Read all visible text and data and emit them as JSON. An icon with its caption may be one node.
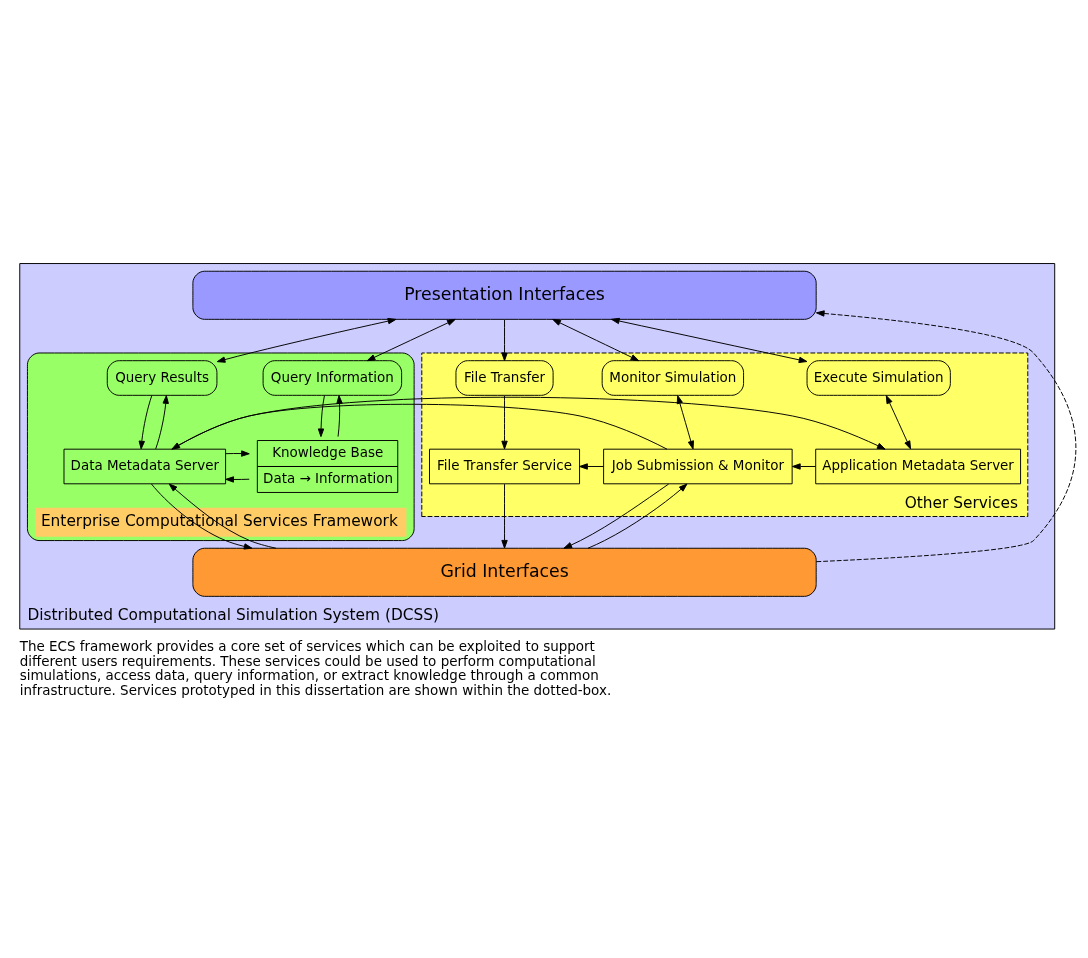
{
  "diagram": {
    "caption": "The ECS framework provides a core set of services which can be exploited to support different users requirements. These services could be used to perform computational simulations, access data, query information, or extract knowledge through a common infrastructure. Services prototyped in this dissertation are shown within the dotted-box.",
    "nodes": [
      {
        "text": [
          "Distributed Computational Simulation System (DCSS)"
        ]
      },
      {
        "text": [
          "Presentation Interfaces"
        ],
        "in": 0
      },
      {
        "text": [
          "Enterprise Computational Services Framework"
        ],
        "in": 0
      },
      {
        "text": [
          "Other Services"
        ],
        "in": 0
      },
      {
        "text": [
          "Query Information"
        ],
        "in": 2
      },
      {
        "text": [
          "Query Results"
        ],
        "in": 2
      },
      {
        "text": [
          "Execute Simulation"
        ],
        "in": 3
      },
      {
        "text": [
          "Monitor Simulation"
        ],
        "in": 3
      },
      {
        "text": [
          "File Transfer"
        ],
        "in": 3
      },
      {
        "text": [
          "Knowledge Base",
          "Data → Information"
        ],
        "in": 2
      },
      {
        "text": [
          "Data Metadata Server"
        ],
        "in": 2
      },
      {
        "text": [
          "Application Metadata Server"
        ],
        "in": 3
      },
      {
        "text": [
          "Job Submission & Monitor"
        ],
        "in": 3
      },
      {
        "text": [
          "File Transfer Service"
        ],
        "in": 3
      },
      {
        "text": [
          "Grid Interfaces"
        ],
        "in": 0
      }
    ],
    "edges": [
      {
        "from": 1,
        "to": 4,
        "arrow": "both"
      },
      {
        "from": 1,
        "to": 5,
        "arrow": "both"
      },
      {
        "from": 1,
        "to": 6,
        "arrow": "both"
      },
      {
        "from": 1,
        "to": 7,
        "arrow": "both"
      },
      {
        "from": 1,
        "to": 8,
        "arrow": "to"
      },
      {
        "from": 4,
        "to": 9,
        "arrow": "to"
      },
      {
        "from": 9,
        "to": 4,
        "arrow": "to"
      },
      {
        "from": 5,
        "to": 10,
        "arrow": "to"
      },
      {
        "from": 10,
        "to": 5,
        "arrow": "to"
      },
      {
        "from": 9,
        "to": 10,
        "arrow": "to"
      },
      {
        "from": 10,
        "to": 9,
        "arrow": "to"
      },
      {
        "from": 10,
        "to": 11,
        "arrow": "to"
      },
      {
        "from": 6,
        "to": 11,
        "arrow": "both"
      },
      {
        "from": 7,
        "to": 12,
        "arrow": "both"
      },
      {
        "from": 11,
        "to": 12,
        "arrow": "to"
      },
      {
        "from": 12,
        "to": 13,
        "arrow": "to"
      },
      {
        "from": 8,
        "to": 13,
        "arrow": "to"
      },
      {
        "from": 12,
        "to": 10,
        "arrow": "to"
      },
      {
        "from": 10,
        "to": 14,
        "arrow": "to"
      },
      {
        "from": 14,
        "to": 10,
        "arrow": "to"
      },
      {
        "from": 12,
        "to": 14,
        "arrow": "to"
      },
      {
        "from": 14,
        "to": 12,
        "arrow": "to"
      },
      {
        "from": 13,
        "to": 14,
        "arrow": "to"
      },
      {
        "from": 14,
        "to": 1,
        "arrow": "to",
        "style": "dashed"
      }
    ]
  }
}
